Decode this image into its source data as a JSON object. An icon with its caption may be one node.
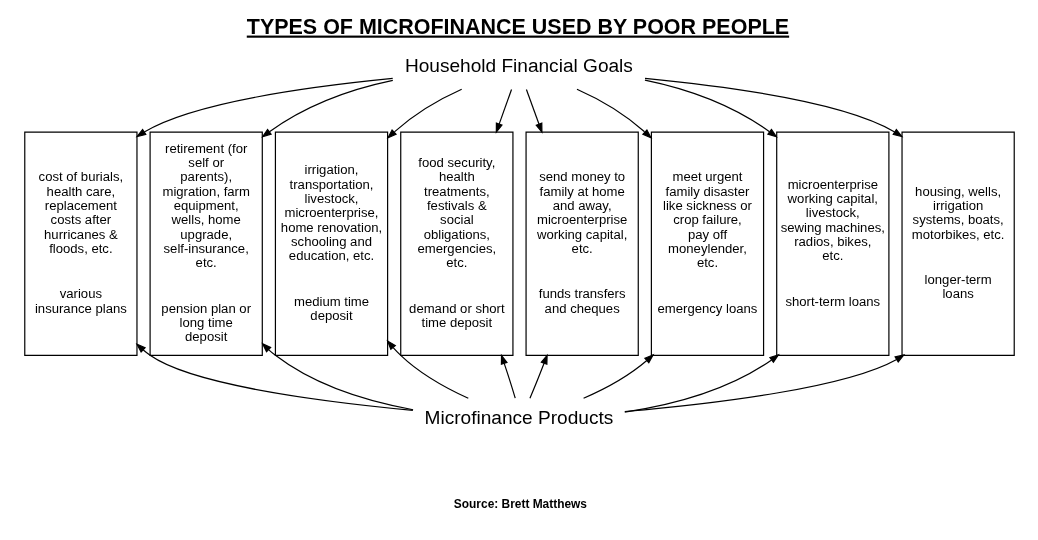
{
  "diagram": {
    "title": "TYPES OF MICROFINANCE USED BY POOR PEOPLE",
    "nodes": [
      {
        "text": [
          "Household Financial Goals"
        ]
      },
      {
        "text": [
          "cost of burials, health care, replacement costs after hurricanes & floods, etc.",
          "various insurance plans"
        ]
      },
      {
        "text": [
          "retirement (for self or parents), migration, farm equipment, wells, home upgrade, self-insurance, etc.",
          "pension plan or long time deposit"
        ]
      },
      {
        "text": [
          "irrigation, transportation, livestock, microenterprise, home renovation, schooling and education, etc.",
          "medium time deposit"
        ]
      },
      {
        "text": [
          "food security, health treatments, festivals & social obligations, emergencies, etc.",
          "demand or short time deposit"
        ]
      },
      {
        "text": [
          "send money to family at home and away, microenterprise working capital, etc.",
          "funds transfers and cheques"
        ]
      },
      {
        "text": [
          "meet urgent family disaster like sickness or crop failure, pay off moneylender, etc.",
          "emergency loans"
        ]
      },
      {
        "text": [
          "microenterprise working capital, livestock, sewing machines, radios, bikes, etc.",
          "short-term loans"
        ]
      },
      {
        "text": [
          "housing, wells, irrigation systems, boats, motorbikes, etc.",
          "longer-term loans"
        ]
      },
      {
        "text": [
          "Microfinance Products"
        ]
      }
    ],
    "edges": [
      {
        "from": 0,
        "to": 1,
        "arrow": "to"
      },
      {
        "from": 0,
        "to": 2,
        "arrow": "to"
      },
      {
        "from": 0,
        "to": 3,
        "arrow": "to"
      },
      {
        "from": 0,
        "to": 4,
        "arrow": "to"
      },
      {
        "from": 0,
        "to": 5,
        "arrow": "to"
      },
      {
        "from": 0,
        "to": 6,
        "arrow": "to"
      },
      {
        "from": 0,
        "to": 7,
        "arrow": "to"
      },
      {
        "from": 0,
        "to": 8,
        "arrow": "to"
      },
      {
        "from": 9,
        "to": 1,
        "arrow": "to"
      },
      {
        "from": 9,
        "to": 2,
        "arrow": "to"
      },
      {
        "from": 9,
        "to": 3,
        "arrow": "to"
      },
      {
        "from": 9,
        "to": 4,
        "arrow": "to"
      },
      {
        "from": 9,
        "to": 5,
        "arrow": "to"
      },
      {
        "from": 9,
        "to": 6,
        "arrow": "to"
      },
      {
        "from": 9,
        "to": 7,
        "arrow": "to"
      },
      {
        "from": 9,
        "to": 8,
        "arrow": "to"
      }
    ],
    "labels": [
      "Source: Brett Matthews"
    ]
  }
}
